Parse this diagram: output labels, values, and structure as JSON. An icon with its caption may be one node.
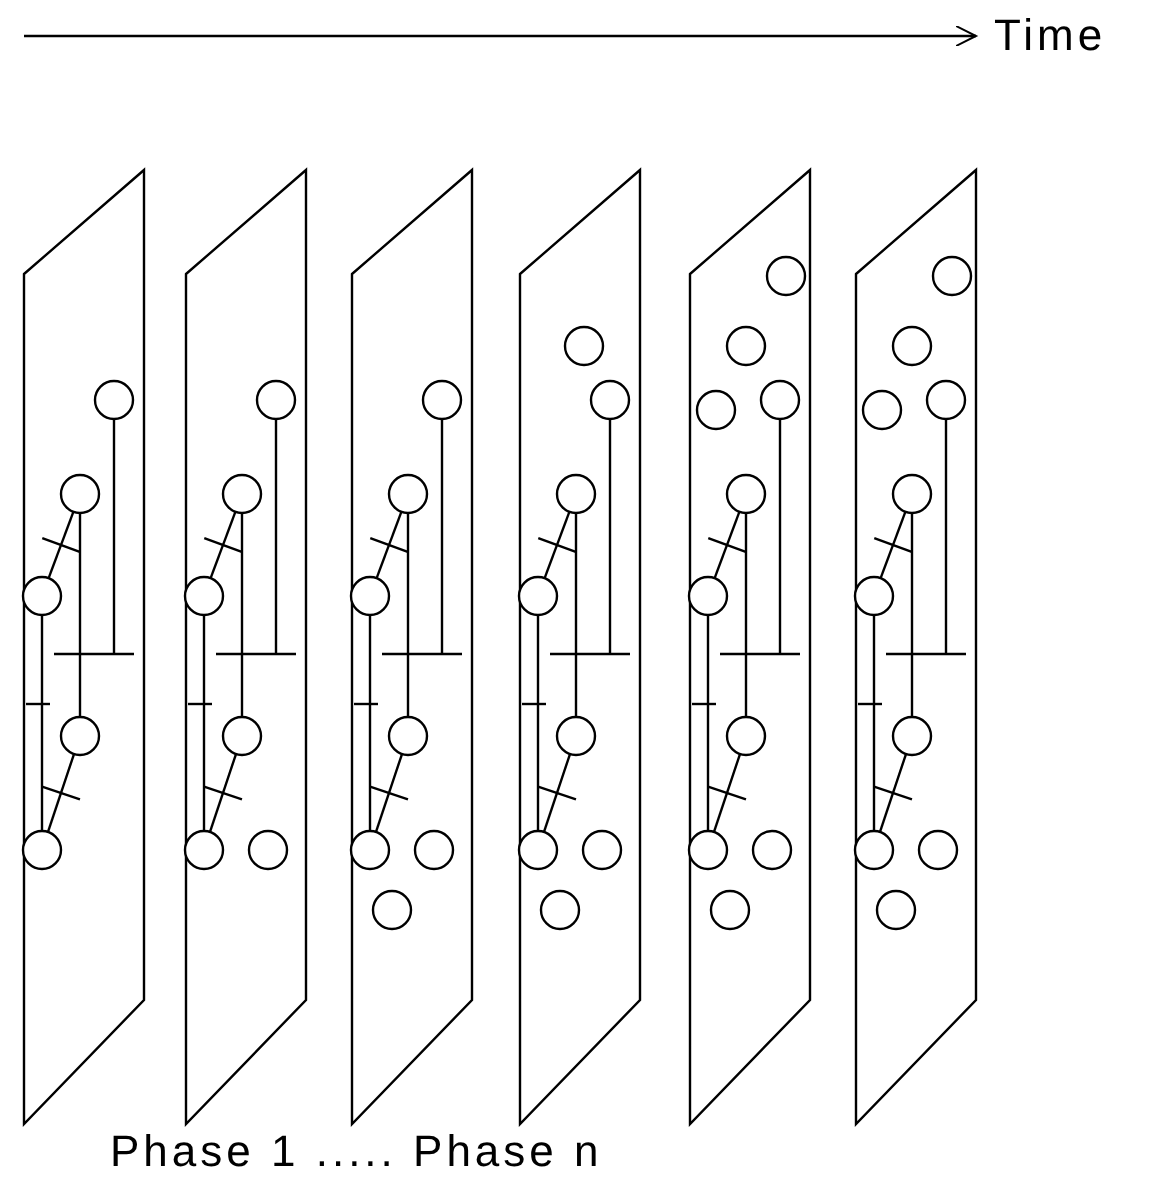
{
  "diagram": {
    "nodes": [
      {
        "text": [],
        "shape": "parallelogram"
      },
      {
        "text": [],
        "shape": "circle",
        "in": 0
      },
      {
        "text": [],
        "shape": "circle",
        "in": 0
      },
      {
        "text": [],
        "shape": "circle",
        "in": 0
      },
      {
        "text": [],
        "shape": "circle",
        "in": 0
      },
      {
        "text": [],
        "shape": "circle",
        "in": 0
      },
      {
        "text": [],
        "shape": "parallelogram"
      },
      {
        "text": [],
        "shape": "circle",
        "in": 6
      },
      {
        "text": [],
        "shape": "circle",
        "in": 6
      },
      {
        "text": [],
        "shape": "circle",
        "in": 6
      },
      {
        "text": [],
        "shape": "circle",
        "in": 6
      },
      {
        "text": [],
        "shape": "circle",
        "in": 6
      },
      {
        "text": [],
        "shape": "circle",
        "in": 6
      },
      {
        "text": [],
        "shape": "parallelogram"
      },
      {
        "text": [],
        "shape": "circle",
        "in": 13
      },
      {
        "text": [],
        "shape": "circle",
        "in": 13
      },
      {
        "text": [],
        "shape": "circle",
        "in": 13
      },
      {
        "text": [],
        "shape": "circle",
        "in": 13
      },
      {
        "text": [],
        "shape": "circle",
        "in": 13
      },
      {
        "text": [],
        "shape": "circle",
        "in": 13
      },
      {
        "text": [],
        "shape": "circle",
        "in": 13
      },
      {
        "text": [],
        "shape": "parallelogram"
      },
      {
        "text": [],
        "shape": "circle",
        "in": 21
      },
      {
        "text": [],
        "shape": "circle",
        "in": 21
      },
      {
        "text": [],
        "shape": "circle",
        "in": 21
      },
      {
        "text": [],
        "shape": "circle",
        "in": 21
      },
      {
        "text": [],
        "shape": "circle",
        "in": 21
      },
      {
        "text": [],
        "shape": "circle",
        "in": 21
      },
      {
        "text": [],
        "shape": "circle",
        "in": 21
      },
      {
        "text": [],
        "shape": "circle",
        "in": 21
      },
      {
        "text": [],
        "shape": "parallelogram"
      },
      {
        "text": [],
        "shape": "circle",
        "in": 30
      },
      {
        "text": [],
        "shape": "circle",
        "in": 30
      },
      {
        "text": [],
        "shape": "circle",
        "in": 30
      },
      {
        "text": [],
        "shape": "circle",
        "in": 30
      },
      {
        "text": [],
        "shape": "circle",
        "in": 30
      },
      {
        "text": [],
        "shape": "circle",
        "in": 30
      },
      {
        "text": [],
        "shape": "circle",
        "in": 30
      },
      {
        "text": [],
        "shape": "circle",
        "in": 30
      },
      {
        "text": [],
        "shape": "circle",
        "in": 30
      },
      {
        "text": [],
        "shape": "circle",
        "in": 30
      },
      {
        "text": [],
        "shape": "parallelogram"
      },
      {
        "text": [],
        "shape": "circle",
        "in": 41
      },
      {
        "text": [],
        "shape": "circle",
        "in": 41
      },
      {
        "text": [],
        "shape": "circle",
        "in": 41
      },
      {
        "text": [],
        "shape": "circle",
        "in": 41
      },
      {
        "text": [],
        "shape": "circle",
        "in": 41
      },
      {
        "text": [],
        "shape": "circle",
        "in": 41
      },
      {
        "text": [],
        "shape": "circle",
        "in": 41
      },
      {
        "text": [],
        "shape": "circle",
        "in": 41
      },
      {
        "text": [],
        "shape": "circle",
        "in": 41
      },
      {
        "text": [],
        "shape": "circle",
        "in": 41
      }
    ],
    "edges": [
      {
        "from": 1,
        "to": null,
        "arrow": "other"
      },
      {
        "from": 2,
        "to": 3,
        "arrow": "none"
      },
      {
        "from": 2,
        "to": 4,
        "arrow": "none"
      },
      {
        "from": 3,
        "to": 5,
        "arrow": "none"
      },
      {
        "from": 4,
        "to": 5,
        "arrow": "none"
      },
      {
        "from": 7,
        "to": null,
        "arrow": "other"
      },
      {
        "from": 8,
        "to": 9,
        "arrow": "none"
      },
      {
        "from": 8,
        "to": 10,
        "arrow": "none"
      },
      {
        "from": 9,
        "to": 11,
        "arrow": "none"
      },
      {
        "from": 10,
        "to": 11,
        "arrow": "none"
      },
      {
        "from": 14,
        "to": null,
        "arrow": "other"
      },
      {
        "from": 15,
        "to": 16,
        "arrow": "none"
      },
      {
        "from": 15,
        "to": 17,
        "arrow": "none"
      },
      {
        "from": 16,
        "to": 18,
        "arrow": "none"
      },
      {
        "from": 17,
        "to": 18,
        "arrow": "none"
      },
      {
        "from": 23,
        "to": null,
        "arrow": "other"
      },
      {
        "from": 24,
        "to": 25,
        "arrow": "none"
      },
      {
        "from": 24,
        "to": 26,
        "arrow": "none"
      },
      {
        "from": 25,
        "to": 27,
        "arrow": "none"
      },
      {
        "from": 26,
        "to": 27,
        "arrow": "none"
      },
      {
        "from": 34,
        "to": null,
        "arrow": "other"
      },
      {
        "from": 35,
        "to": 36,
        "arrow": "none"
      },
      {
        "from": 35,
        "to": 37,
        "arrow": "none"
      },
      {
        "from": 36,
        "to": 38,
        "arrow": "none"
      },
      {
        "from": 37,
        "to": 38,
        "arrow": "none"
      },
      {
        "from": 45,
        "to": null,
        "arrow": "other"
      },
      {
        "from": 46,
        "to": 47,
        "arrow": "none"
      },
      {
        "from": 46,
        "to": 48,
        "arrow": "none"
      },
      {
        "from": 47,
        "to": 49,
        "arrow": "none"
      },
      {
        "from": 48,
        "to": 49,
        "arrow": "none"
      }
    ],
    "labels": [
      "Time",
      "Phase 1 ..... Phase n"
    ]
  }
}
